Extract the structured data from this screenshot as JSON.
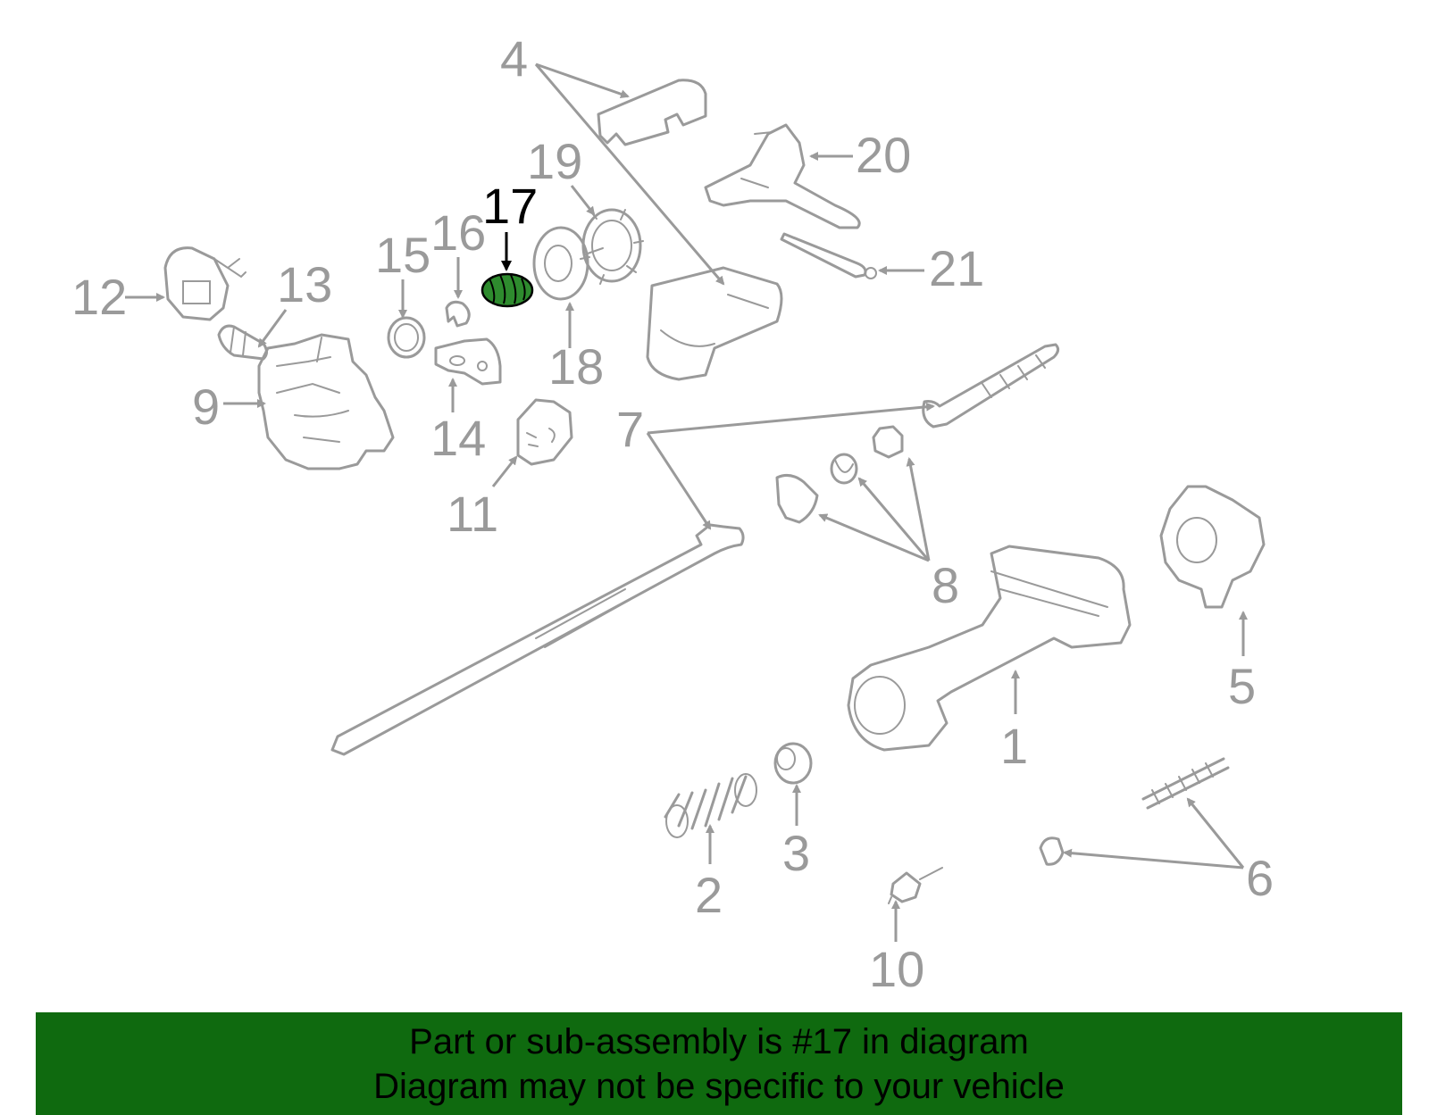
{
  "diagram": {
    "highlighted_part": "17",
    "highlight_color": "#2e8b2e",
    "part_labels": {
      "p1": "1",
      "p2": "2",
      "p3": "3",
      "p4": "4",
      "p5": "5",
      "p6": "6",
      "p7": "7",
      "p8": "8",
      "p9": "9",
      "p10": "10",
      "p11": "11",
      "p12": "12",
      "p13": "13",
      "p14": "14",
      "p15": "15",
      "p16": "16",
      "p17": "17",
      "p18": "18",
      "p19": "19",
      "p20": "20",
      "p21": "21"
    }
  },
  "banner": {
    "line1": "Part or sub-assembly is #17 in diagram",
    "line2": "Diagram may not be specific to your vehicle",
    "background_color": "#0f6a0f"
  }
}
